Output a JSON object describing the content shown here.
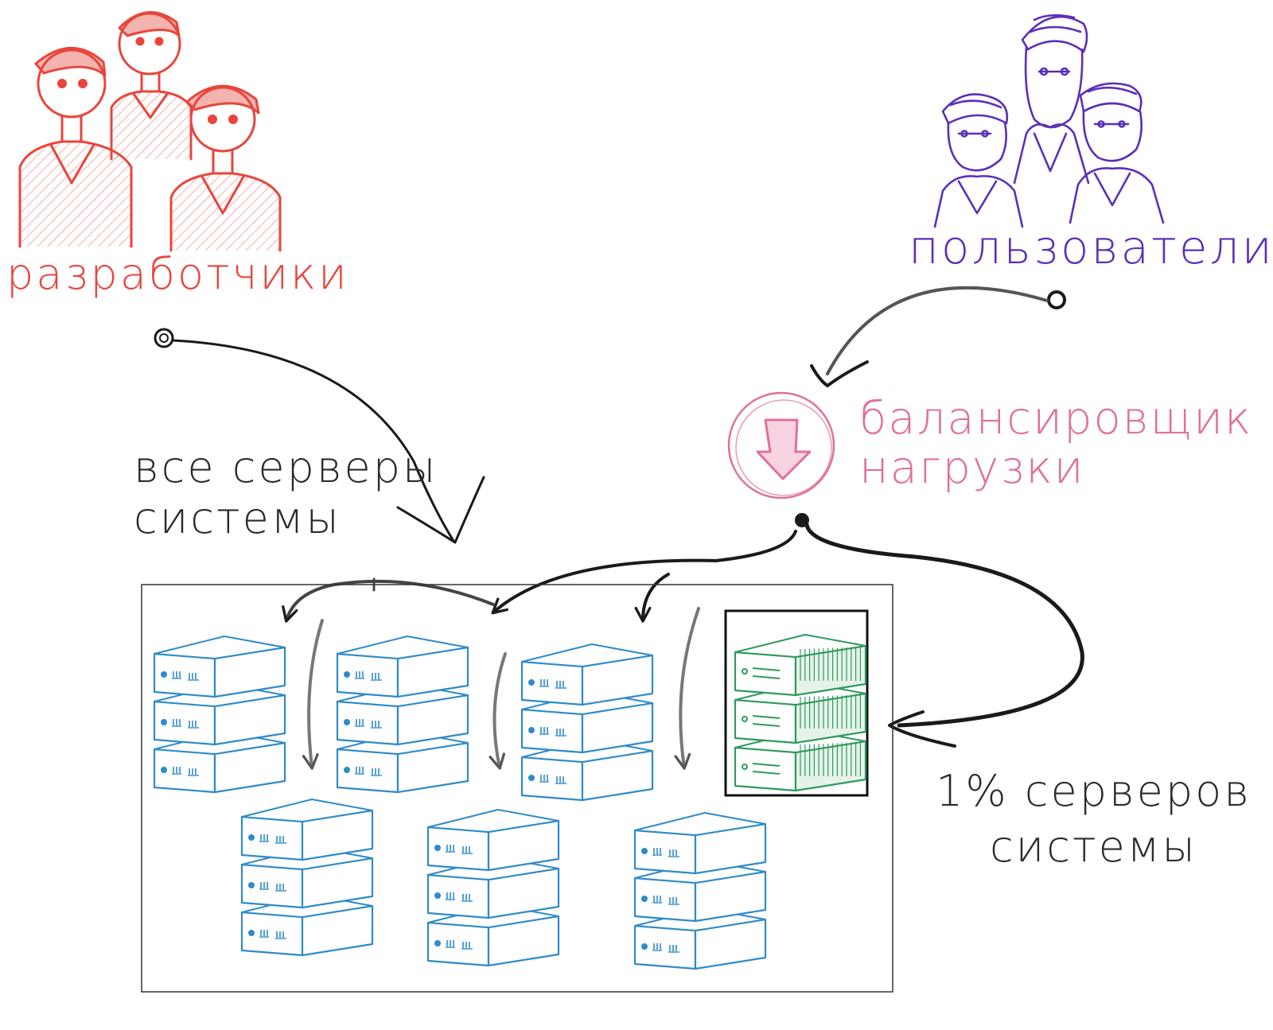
{
  "labels": {
    "developers": "разработчики",
    "users": "пользователи",
    "load_balancer_line1": "балансировщик",
    "load_balancer_line2": "нагрузки",
    "all_servers_line1": "все серверы",
    "all_servers_line2": "системы",
    "one_percent_line1": "1% серверов",
    "one_percent_line2": "системы"
  },
  "nodes": {
    "developers_group": {
      "icon": "people-group-icon",
      "count": 3
    },
    "users_group": {
      "icon": "people-group-icon",
      "count": 3
    },
    "load_balancer": {
      "icon": "down-arrow-circle-icon"
    },
    "server_cluster": {
      "stack_count": 6,
      "units_per_stack": 3
    },
    "canary_servers": {
      "stack_count": 1,
      "units_per_stack": 3
    }
  },
  "colors": {
    "developers": "#e8453c",
    "users": "#5b2fb8",
    "load_balancer": "#e0709a",
    "servers": "#2e8bc9",
    "canary": "#2e9a5e",
    "ink": "#1a1a1a"
  }
}
